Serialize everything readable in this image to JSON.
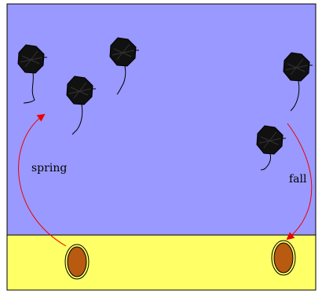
{
  "labels": {
    "left_arrow": "spring",
    "right_arrow": "fall"
  },
  "colors": {
    "water": "#9999ff",
    "ground": "#ffff66",
    "arrow": "#ee0000",
    "cyst_fill": "#b85a10",
    "organism": "#111111",
    "border": "#000000"
  },
  "icons": {
    "organism": "flagellate-organism-icon",
    "cyst": "resting-cyst-icon",
    "arrow": "red-curved-arrow"
  }
}
